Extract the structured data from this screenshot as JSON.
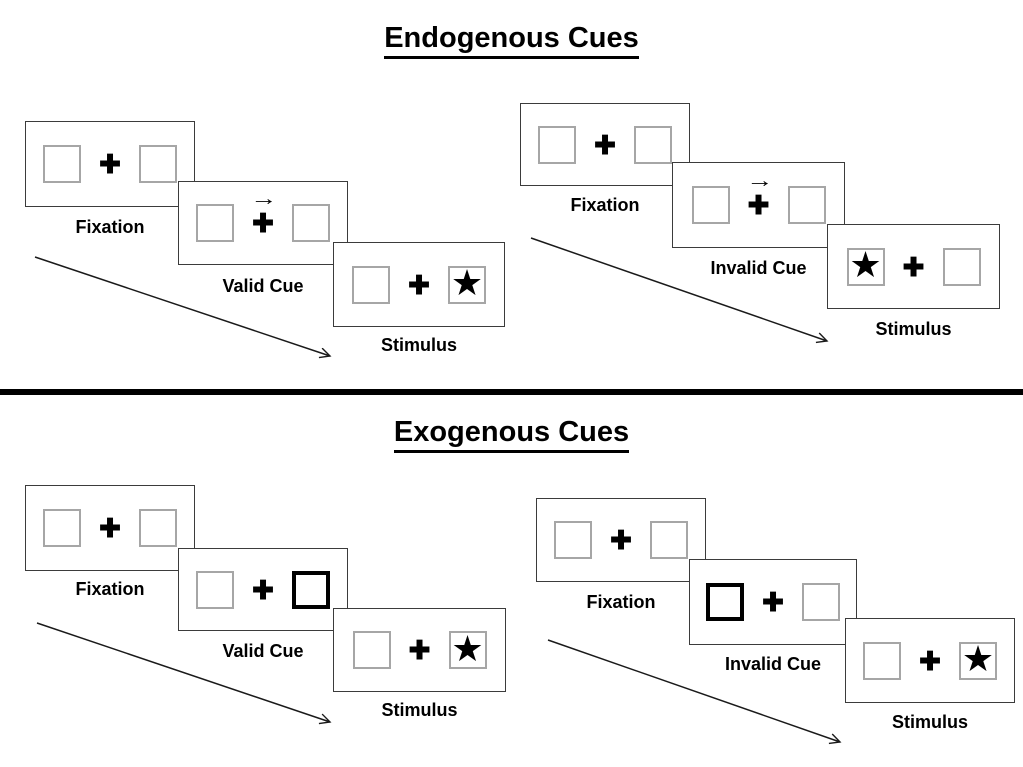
{
  "sections": [
    {
      "title": "Endogenous Cues",
      "groups": [
        {
          "name": "valid-trial-sequence",
          "panels": [
            {
              "label": "Fixation"
            },
            {
              "label": "Valid Cue"
            },
            {
              "label": "Stimulus"
            }
          ]
        },
        {
          "name": "invalid-trial-sequence",
          "panels": [
            {
              "label": "Fixation"
            },
            {
              "label": "Invalid Cue"
            },
            {
              "label": "Stimulus"
            }
          ]
        }
      ]
    },
    {
      "title": "Exogenous Cues",
      "groups": [
        {
          "name": "valid-trial-sequence",
          "panels": [
            {
              "label": "Fixation"
            },
            {
              "label": "Valid Cue"
            },
            {
              "label": "Stimulus"
            }
          ]
        },
        {
          "name": "invalid-trial-sequence",
          "panels": [
            {
              "label": "Fixation"
            },
            {
              "label": "Invalid Cue"
            },
            {
              "label": "Stimulus"
            }
          ]
        }
      ]
    }
  ],
  "glyphs": {
    "fixation_cross": "✚",
    "cue_arrow": "→",
    "star": "★"
  },
  "colors": {
    "background": "#ffffff",
    "ink": "#000000",
    "panel_border": "#3b3b3b",
    "square_border": "#a6a6a6",
    "highlight_square_border": "#000000",
    "divider": "#000000"
  }
}
